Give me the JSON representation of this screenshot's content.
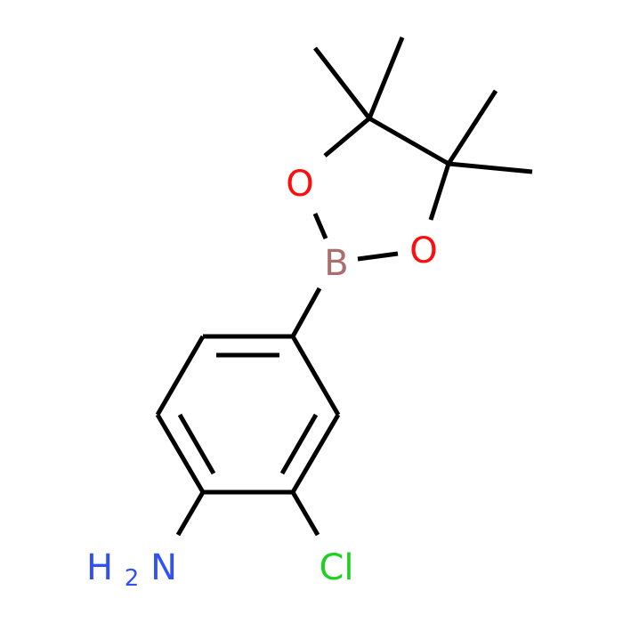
{
  "colors": {
    "background": "#ffffff",
    "bond": "#000000",
    "oxygen": "#ff0d0d",
    "boron": "#a86f6f",
    "nitrogen": "#3050f8",
    "chlorine": "#1fd01f"
  },
  "atoms": {
    "boron": {
      "symbol": "B"
    },
    "oxygen_upper": {
      "symbol": "O"
    },
    "oxygen_right": {
      "symbol": "O"
    },
    "chlorine": {
      "symbol": "Cl"
    },
    "amine": {
      "symbol": "H",
      "subscript": "2",
      "symbol_2": "N"
    }
  }
}
